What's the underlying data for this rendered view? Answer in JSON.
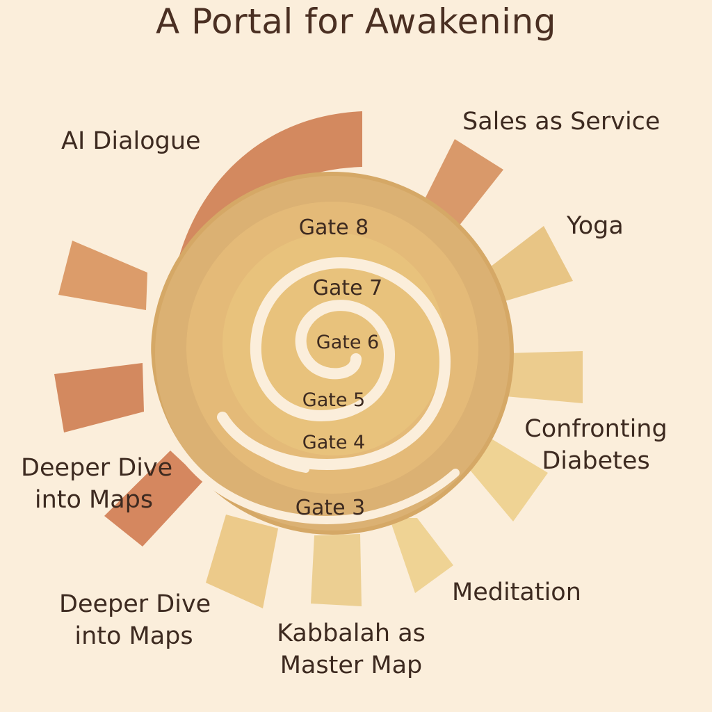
{
  "title": "A Portal for Awakening",
  "gates": [
    "Gate 8",
    "Gate 7",
    "Gate 6",
    "Gate 5",
    "Gate 4",
    "Gate 3"
  ],
  "topics": {
    "ai_dialogue": "AI Dialogue",
    "sales_as_service": "Sales as Service",
    "yoga": "Yoga",
    "confronting_diabetes": [
      "Confronting",
      "Diabetes"
    ],
    "deeper_dive_left": [
      "Deeper Dive",
      "into Maps"
    ],
    "deeper_dive_bottom": [
      "Deeper Dive",
      "into Maps"
    ],
    "kabbalah": [
      "Kabbalah as",
      "Master Map"
    ],
    "meditation": "Meditation"
  },
  "colors": {
    "background": "#fbeedb",
    "terracotta": "#d3895f",
    "sand": "#dbb173",
    "gold": "#e8c27c",
    "pale_gold": "#efd394",
    "text": "#3d2a20"
  }
}
